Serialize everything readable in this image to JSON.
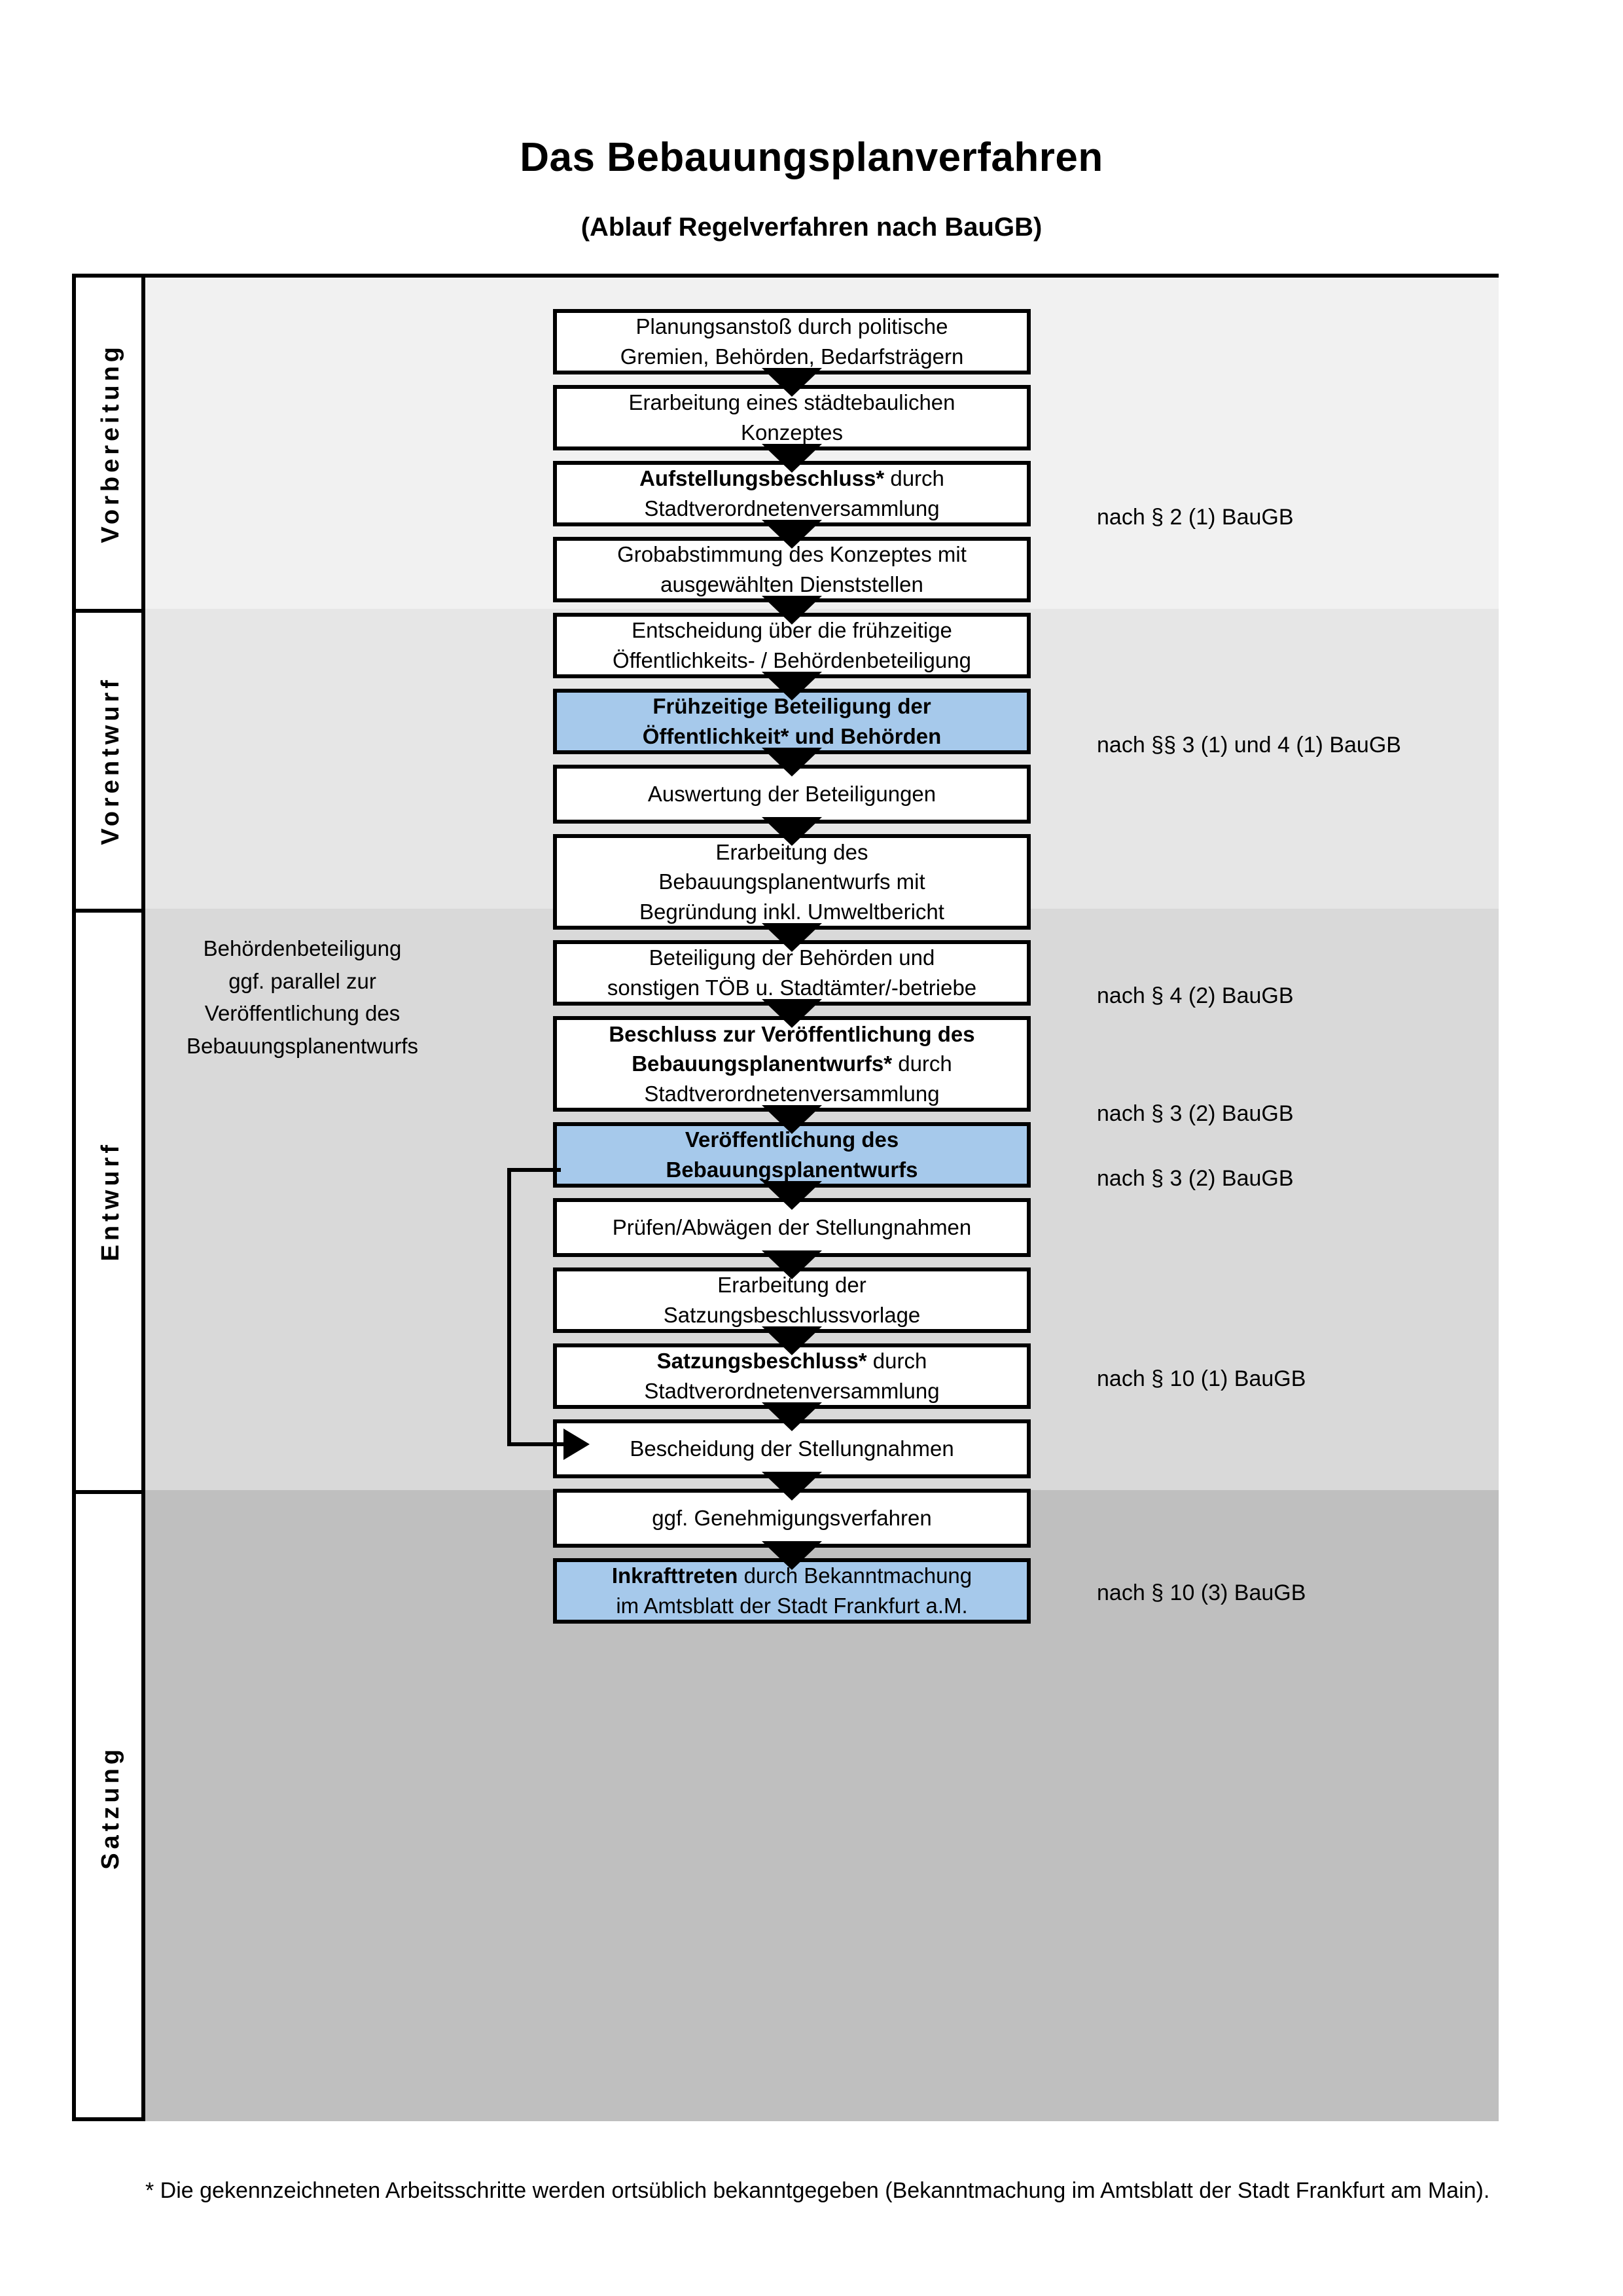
{
  "header": {
    "title": "Das Bebauungsplanverfahren",
    "subtitle": "(Ablauf Regelverfahren nach BauGB)"
  },
  "phases": [
    {
      "label": "Vorbereitung",
      "band_color": "#f1f1f1"
    },
    {
      "label": "Vorentwurf",
      "band_color": "#e6e6e6"
    },
    {
      "label": "Entwurf",
      "band_color": "#d9d9d9"
    },
    {
      "label": "Satzung",
      "band_color": "#bfbfbf"
    }
  ],
  "steps": [
    {
      "line1": "Planungsanstoß durch politische",
      "line2": "Gremien, Behörden, Bedarfsträgern",
      "bold": false,
      "highlight": false
    },
    {
      "line1": "Erarbeitung eines städtebaulichen",
      "line2": "Konzeptes",
      "bold": false,
      "highlight": false
    },
    {
      "line1": "Aufstellungsbeschluss* durch",
      "line2": "Stadtverordnetenversammlung",
      "bold": "partial",
      "highlight": false
    },
    {
      "line1": "Grobabstimmung des Konzeptes mit",
      "line2": "ausgewählten Dienststellen",
      "bold": false,
      "highlight": false
    },
    {
      "line1": "Entscheidung über die frühzeitige",
      "line2": "Öffentlichkeits- / Behördenbeteiligung",
      "bold": false,
      "highlight": false
    },
    {
      "line1": "Frühzeitige Beteiligung der",
      "line2": "Öffentlichkeit* und Behörden",
      "bold": true,
      "highlight": true
    },
    {
      "line1": "Auswertung der Beteiligungen",
      "line2": "",
      "bold": false,
      "highlight": false
    },
    {
      "line1": "Erarbeitung des",
      "line2": "Bebauungsplanentwurfs mit",
      "line3": "Begründung inkl. Umweltbericht",
      "bold": false,
      "highlight": false
    },
    {
      "line1": "Beteiligung der Behörden und",
      "line2": "sonstigen TÖB u. Stadtämter/-betriebe",
      "bold": false,
      "highlight": false
    },
    {
      "line1": "Beschluss zur Veröffentlichung des",
      "line2": "Bebauungsplanentwurfs* durch",
      "line3": "Stadtverordnetenversammlung",
      "bold": "partial",
      "highlight": false
    },
    {
      "line1": "Veröffentlichung des",
      "line2": "Bebauungsplanentwurfs",
      "bold": true,
      "highlight": true
    },
    {
      "line1": "Prüfen/Abwägen der Stellungnahmen",
      "line2": "",
      "bold": false,
      "highlight": false
    },
    {
      "line1": "Erarbeitung der",
      "line2": "Satzungsbeschlussvorlage",
      "bold": false,
      "highlight": false
    },
    {
      "line1": "Satzungsbeschluss* durch",
      "line2": "Stadtverordnetenversammlung",
      "bold": "partial",
      "highlight": false
    },
    {
      "line1": "Bescheidung der Stellungnahmen",
      "line2": "",
      "bold": false,
      "highlight": false
    },
    {
      "line1": "ggf. Genehmigungsverfahren",
      "line2": "",
      "bold": false,
      "highlight": false
    },
    {
      "line1": "Inkrafttreten durch Bekanntmachung",
      "line2": "im Amtsblatt der Stadt Frankfurt a.M.",
      "bold": "partial",
      "highlight": true
    }
  ],
  "step_bold_prefix": {
    "2": "Aufstellungsbeschluss*",
    "9": "Beschluss zur Veröffentlichung des",
    "13": "Satzungsbeschluss*",
    "16": "Inkrafttreten"
  },
  "annotations": [
    {
      "text": "nach § 2 (1) BauGB"
    },
    {
      "text": "nach §§ 3 (1) und 4 (1) BauGB"
    },
    {
      "text": "nach § 4 (2) BauGB"
    },
    {
      "text": "nach § 3 (2) BauGB"
    },
    {
      "text": "nach § 3 (2) BauGB"
    },
    {
      "text": "nach § 10 (1) BauGB"
    },
    {
      "text": "nach § 10 (3) BauGB"
    }
  ],
  "side_note": {
    "line1": "Behördenbeteiligung",
    "line2": "ggf. parallel zur",
    "line3": "Veröffentlichung des",
    "line4": "Bebauungsplanentwurfs"
  },
  "footnote": {
    "text": "* Die gekennzeichneten Arbeitsschritte werden ortsüblich bekanntgegeben (Bekanntmachung im Amtsblatt  der Stadt Frankfurt am Main)."
  },
  "colors": {
    "highlight_blue": "#a6c9eb",
    "border_black": "#000000",
    "band_vorbereitung": "#f1f1f1",
    "band_vorentwurf": "#e6e6e6",
    "band_entwurf": "#d9d9d9",
    "band_satzung": "#bfbfbf"
  }
}
